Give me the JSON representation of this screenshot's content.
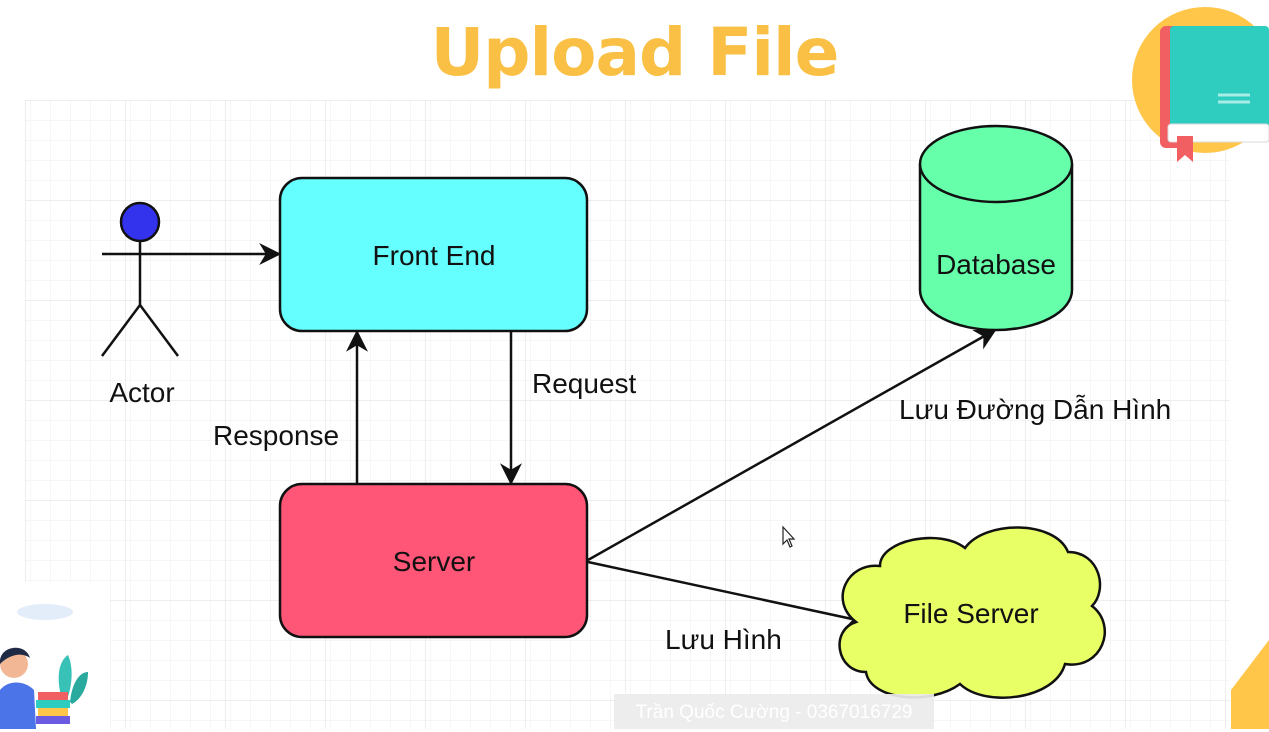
{
  "slide": {
    "title": "Upload File",
    "watermark": "Trần Quốc Cường - 0367016729"
  },
  "colors": {
    "title": "#f9c045",
    "front_end": "#66ffff",
    "server": "#ff5577",
    "database": "#66ffaa",
    "file_server": "#e8ff66",
    "actor_head": "#3333ee",
    "book_circle": "#ffc64a",
    "book_cover": "#2ecdc0",
    "book_spine": "#f25f63"
  },
  "diagram": {
    "actor": {
      "label": "Actor"
    },
    "front_end": {
      "label": "Front End"
    },
    "server": {
      "label": "Server"
    },
    "database": {
      "label": "Database"
    },
    "file_server": {
      "label": "File Server"
    },
    "edges": {
      "request": "Request",
      "response": "Response",
      "save_path": "Lưu Đường Dẫn Hình",
      "save_image": "Lưu Hình"
    }
  },
  "decorations": {
    "top_right": "book-illustration",
    "bottom_left": "person-with-books-illustration",
    "cursor": "mouse-cursor-icon"
  }
}
